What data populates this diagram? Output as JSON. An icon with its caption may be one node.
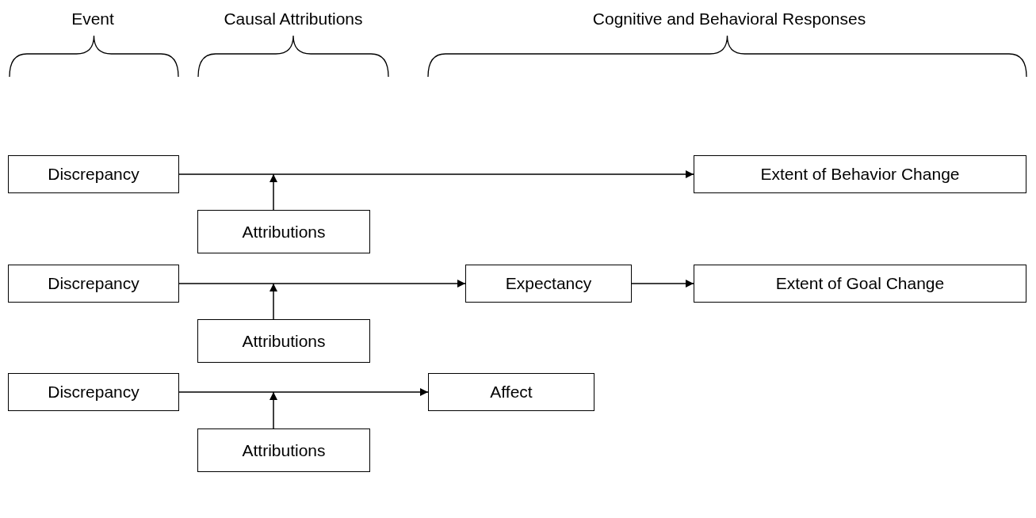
{
  "diagram": {
    "nodes": [
      {
        "text": [
          "Discrepancy"
        ]
      },
      {
        "text": [
          "Extent of Behavior Change"
        ]
      },
      {
        "text": [
          "Attributions"
        ]
      },
      {
        "text": [
          "Discrepancy"
        ]
      },
      {
        "text": [
          "Expectancy"
        ]
      },
      {
        "text": [
          "Extent of Goal Change"
        ]
      },
      {
        "text": [
          "Attributions"
        ]
      },
      {
        "text": [
          "Discrepancy"
        ]
      },
      {
        "text": [
          "Affect"
        ]
      },
      {
        "text": [
          "Attributions"
        ]
      }
    ],
    "edges": [
      {
        "from": 0,
        "to": 1,
        "arrow": "to"
      },
      {
        "from": 2,
        "to": null,
        "arrow": "to"
      },
      {
        "from": 3,
        "to": 4,
        "arrow": "to"
      },
      {
        "from": 4,
        "to": 5,
        "arrow": "to"
      },
      {
        "from": 6,
        "to": null,
        "arrow": "to"
      },
      {
        "from": 7,
        "to": 8,
        "arrow": "to"
      },
      {
        "from": 9,
        "to": null,
        "arrow": "to"
      }
    ],
    "labels": [
      "Event",
      "Causal Attributions",
      "Cognitive and Behavioral Responses"
    ]
  }
}
